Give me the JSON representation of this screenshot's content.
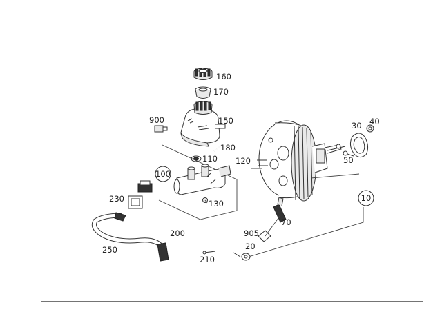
{
  "diagram": {
    "part_numbers": {
      "p160": "160",
      "p170": "170",
      "p900": "900",
      "p150": "150",
      "p180": "180",
      "p110": "110",
      "p120": "120",
      "p100": "100",
      "p130": "130",
      "p230": "230",
      "p200": "200",
      "p250": "250",
      "p210": "210",
      "p30": "30",
      "p40": "40",
      "p50": "50",
      "p10": "10",
      "p905": "905",
      "p70": "70",
      "p20": "20"
    },
    "colors": {
      "line": "#333333",
      "fill": "#e9e9e9",
      "background": "#ffffff"
    }
  }
}
